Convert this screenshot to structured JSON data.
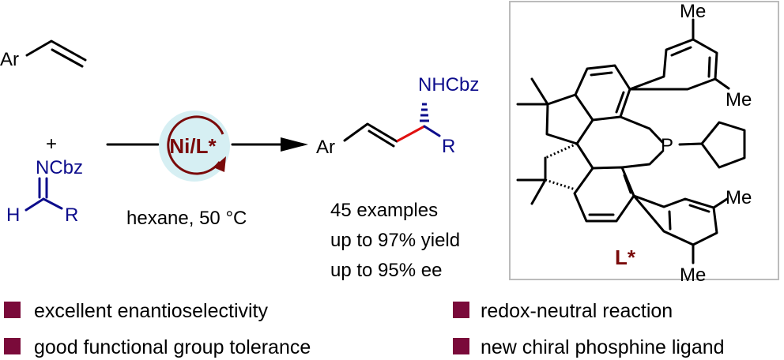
{
  "reactants": {
    "styrene_label": "Ar",
    "plus": "+",
    "imine_group": "NCbz",
    "imine_h": "H",
    "imine_r": "R"
  },
  "catalyst": {
    "label": "Ni/L*",
    "conditions": "hexane, 50 °C"
  },
  "product": {
    "ar": "Ar",
    "amine": "NHCbz",
    "r": "R"
  },
  "results": [
    "45 examples",
    "up to 97% yield",
    "up to 95% ee"
  ],
  "ligand": {
    "label": "L*",
    "phosphorus": "P",
    "methyl": "Me"
  },
  "highlights": [
    "excellent enantioselectivity",
    "redox-neutral reaction",
    "good functional group tolerance",
    "new chiral phosphine ligand"
  ],
  "colors": {
    "accent": "#7a0a3a",
    "blue": "#0d0d8c",
    "new_bond": "#e01010",
    "catalyst_bg": "#d6eff3"
  }
}
